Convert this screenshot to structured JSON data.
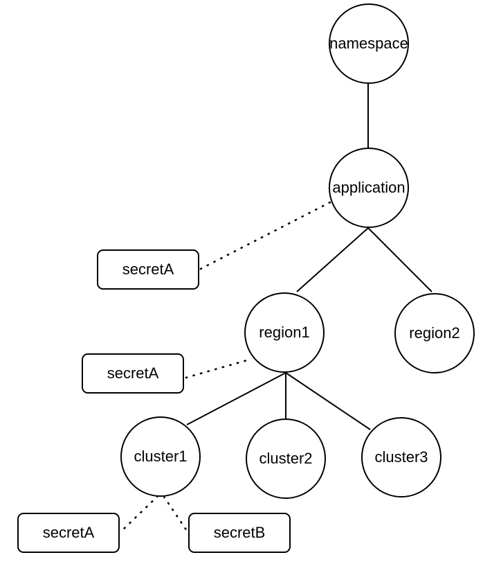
{
  "colors": {
    "background": "#ffffff",
    "stroke": "#000000",
    "text": "#000000"
  },
  "nodes": {
    "namespace": {
      "label": "namespace",
      "shape": "circle"
    },
    "application": {
      "label": "application",
      "shape": "circle"
    },
    "region1": {
      "label": "region1",
      "shape": "circle"
    },
    "region2": {
      "label": "region2",
      "shape": "circle"
    },
    "cluster1": {
      "label": "cluster1",
      "shape": "circle"
    },
    "cluster2": {
      "label": "cluster2",
      "shape": "circle"
    },
    "cluster3": {
      "label": "cluster3",
      "shape": "circle"
    },
    "secret_app": {
      "label": "secretA",
      "shape": "rounded-rect"
    },
    "secret_region": {
      "label": "secretA",
      "shape": "rounded-rect"
    },
    "secret_cluster_a": {
      "label": "secretA",
      "shape": "rounded-rect"
    },
    "secret_cluster_b": {
      "label": "secretB",
      "shape": "rounded-rect"
    }
  },
  "edges": {
    "solid": [
      {
        "from": "namespace",
        "to": "application"
      },
      {
        "from": "application",
        "to": "region1"
      },
      {
        "from": "application",
        "to": "region2"
      },
      {
        "from": "region1",
        "to": "cluster1"
      },
      {
        "from": "region1",
        "to": "cluster2"
      },
      {
        "from": "region1",
        "to": "cluster3"
      }
    ],
    "dotted": [
      {
        "from": "secret_app",
        "to": "application"
      },
      {
        "from": "secret_region",
        "to": "region1"
      },
      {
        "from": "secret_cluster_a",
        "to": "cluster1"
      },
      {
        "from": "secret_cluster_b",
        "to": "cluster1"
      }
    ]
  }
}
